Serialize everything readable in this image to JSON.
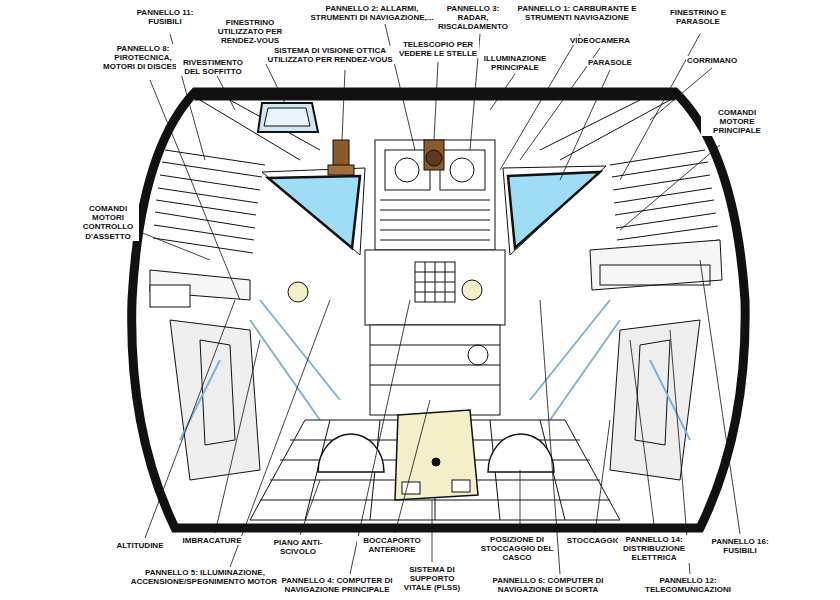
{
  "diagram": {
    "labels": [
      "PANNELLO 11: FUSIBILI",
      "PANNELLO 2: ALLARMI, STRUMENTI DI NAVIGAZIONE,...",
      "PANNELLO 3: RADAR, RISCALDAMENTO",
      "PANNELLO 1: CARBURANTE E STRUMENTI NAVIGAZIONE",
      "FINESTRINO E PARASOLE",
      "PANNELLO 8: PIROTECNICA, MOTORI DI DISCESA",
      "FINESTRINO UTILIZZATO PER RENDEZ-VOUS",
      "SISTEMA DI VISIONE OTTICA UTILIZZATO PER RENDEZ-VOUS",
      "RIVESTIMENTO DEL SOFFITTO",
      "TELESCOPIO PER VEDERE LE STELLE",
      "VIDEOCAMERA",
      "ILLUMINAZIONE PRINCIPALE",
      "PARASOLE",
      "CORRIMANO",
      "COMANDI MOTORE PRINCIPALE",
      "COMANDI MOTORI CONTROLLO D'ASSETTO",
      "ALTITUDINE",
      "IMBRACATURE",
      "PIANO ANTI-SCIVOLO",
      "BOCCAPORTO ANTERIORE",
      "POSIZIONE DI STOCCAGGIO DEL CASCO",
      "STOCCAGGIO",
      "PANNELLO 14: DISTRIBUZIONE ELETTRICA",
      "PANNELLO 16: FUSIBILI",
      "PANNELLO 5: ILLUMINAZIONE, ACCENSIONE/SPEGNIMENTO MOTORI",
      "PANNELLO 4: COMPUTER DI NAVIGAZIONE PRINCIPALE",
      "SISTEMA DI SUPPORTO VITALE (PLSS)",
      "PANNELLO 6: COMPUTER DI NAVIGAZIONE DI SCORTA",
      "PANNELLO 12: TELECOMUNICAZIONI"
    ]
  }
}
